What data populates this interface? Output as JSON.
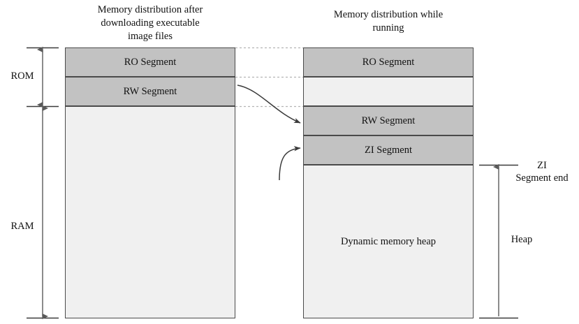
{
  "diagram": {
    "title_left": "Memory distribution after downloading executable image files",
    "title_right": "Memory distribution while running",
    "headings": {
      "left_line1": "Memory distribution after",
      "left_line2": "downloading executable",
      "left_line3": "image files",
      "right_line1": "Memory distribution while",
      "right_line2": "running"
    },
    "left_stack": [
      {
        "label": "RO Segment",
        "fill": "#c2c2c2"
      },
      {
        "label": "RW Segment",
        "fill": "#c2c2c2"
      },
      {
        "label": "",
        "fill": "#f0f0f0"
      }
    ],
    "right_stack": [
      {
        "label": "RO Segment",
        "fill": "#c2c2c2"
      },
      {
        "label": "",
        "fill": "#f0f0f0"
      },
      {
        "label": "RW Segment",
        "fill": "#c2c2c2"
      },
      {
        "label": "ZI Segment",
        "fill": "#c2c2c2"
      },
      {
        "label": "Dynamic memory heap",
        "fill": "#f0f0f0"
      }
    ],
    "left_axis_labels": {
      "rom": "ROM",
      "ram": "RAM"
    },
    "right_axis_labels": {
      "zi_segment_end_line1": "ZI",
      "zi_segment_end_line2": "Segment end",
      "heap": "Heap"
    },
    "colors": {
      "segment_fill": "#c2c2c2",
      "empty_fill": "#f0f0f0",
      "border": "#4a4a4a",
      "arrow": "#5a5a5a",
      "dotted_connector": "#b4b4b4",
      "curved_arrow": "#3a3a3a",
      "text": "#111111",
      "background": "#ffffff"
    }
  }
}
